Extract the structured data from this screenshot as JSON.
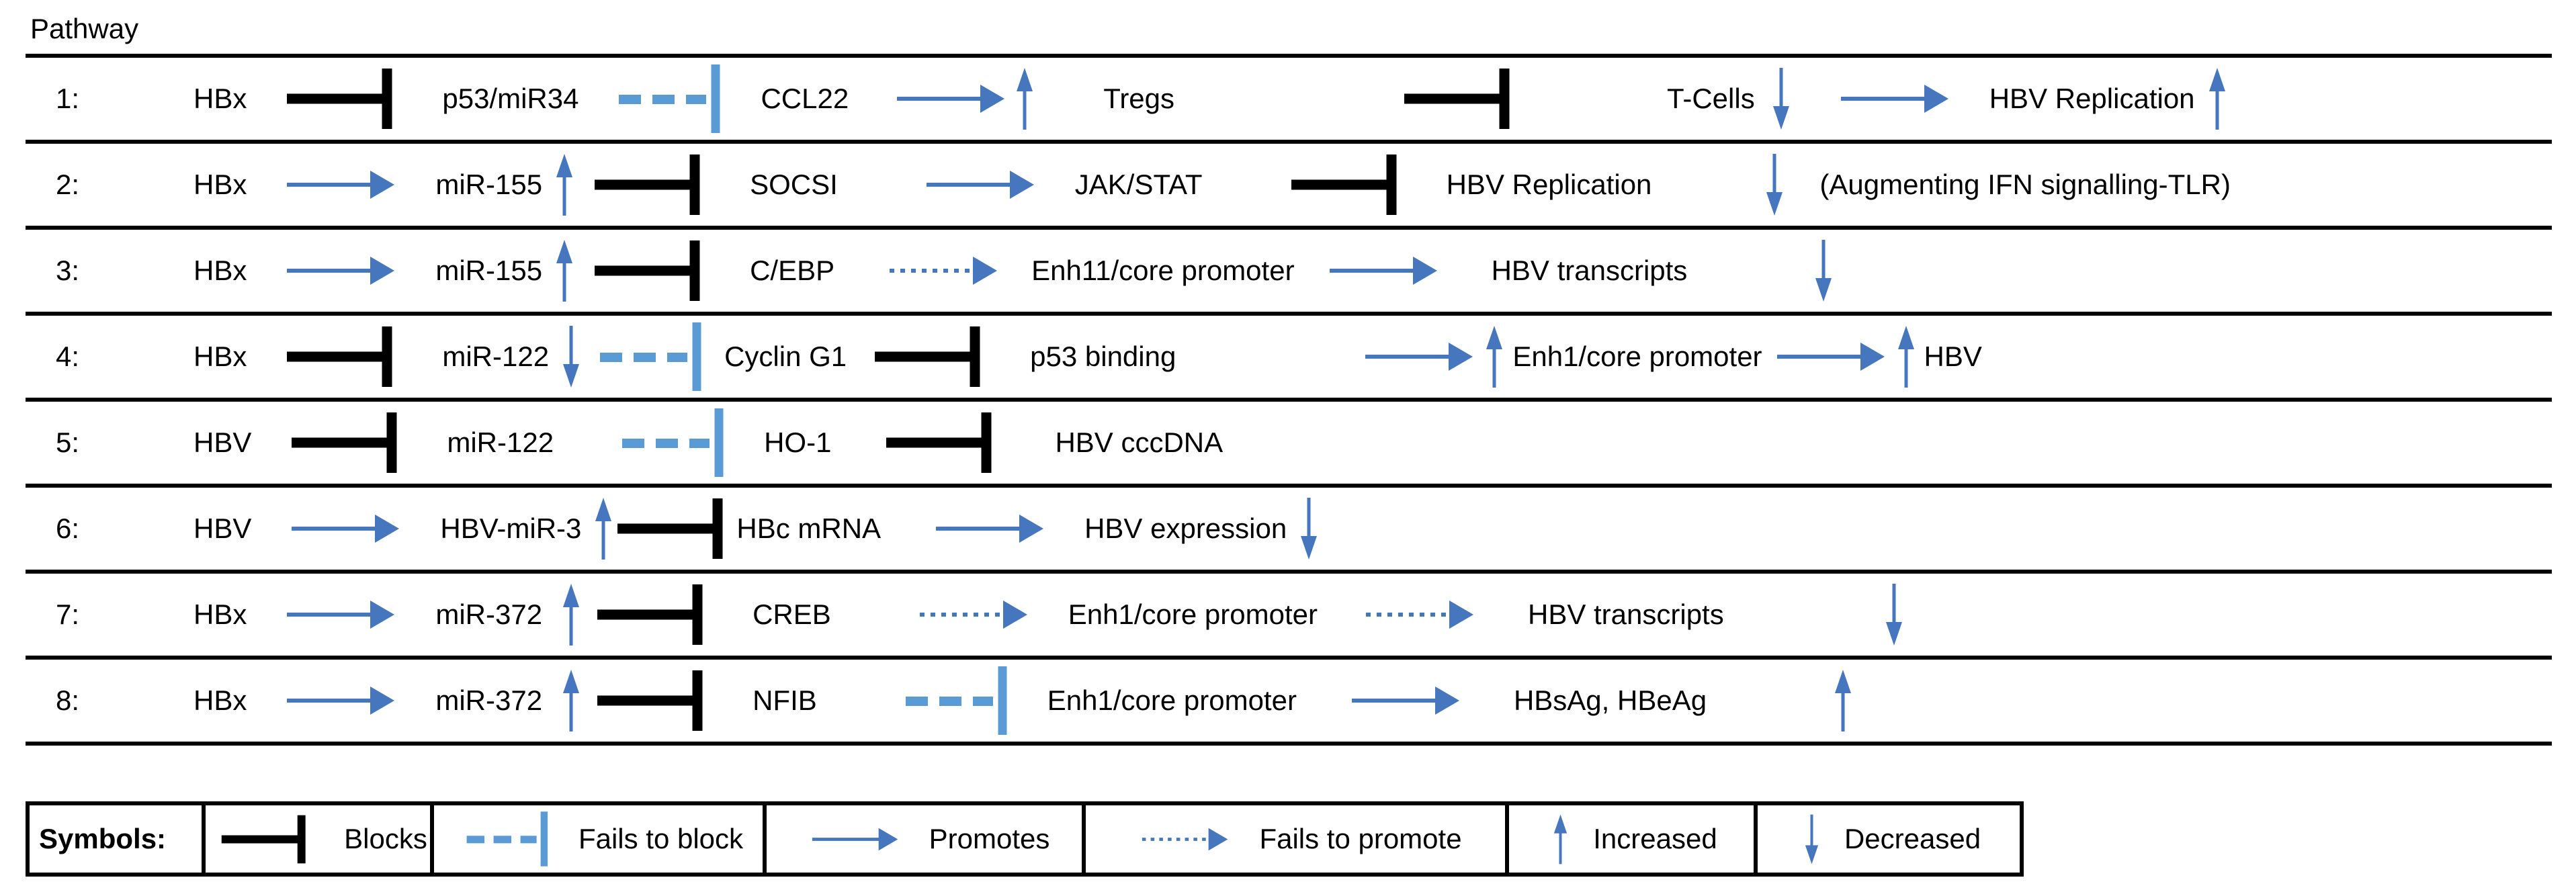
{
  "title": "Pathway",
  "colors": {
    "arrow_blue": "#4576be",
    "bar_blue": "#5b9bd5",
    "line_black": "#000000"
  },
  "rows": [
    {
      "num": "1:",
      "items": [
        {
          "t": "node",
          "text": "HBx"
        },
        {
          "t": "blocks"
        },
        {
          "t": "node",
          "text": "p53/miR34"
        },
        {
          "t": "fails_block"
        },
        {
          "t": "node",
          "text": "CCL22"
        },
        {
          "t": "promotes",
          "gap": 30
        },
        {
          "t": "up",
          "gap": -14
        },
        {
          "t": "node",
          "text": "Tregs",
          "gap": 90
        },
        {
          "t": "blocks",
          "gap": 300
        },
        {
          "t": "node",
          "text": "T-Cells",
          "gap": 200
        },
        {
          "t": "down",
          "gap": -24
        },
        {
          "t": "promotes",
          "gap": 60
        },
        {
          "t": "node",
          "text": "HBV Replication"
        },
        {
          "t": "up",
          "gap": -30
        }
      ]
    },
    {
      "num": "2:",
      "items": [
        {
          "t": "node",
          "text": "HBx"
        },
        {
          "t": "promotes"
        },
        {
          "t": "node",
          "text": "miR-155"
        },
        {
          "t": "up",
          "gap": -30
        },
        {
          "t": "blocks",
          "gap": 16
        },
        {
          "t": "node",
          "text": "SOCSI"
        },
        {
          "t": "promotes",
          "gap": 90
        },
        {
          "t": "node",
          "text": "JAK/STAT",
          "gap": 40
        },
        {
          "t": "blocks",
          "gap": 90
        },
        {
          "t": "node",
          "text": "HBV Replication"
        },
        {
          "t": "down",
          "gap": 120
        },
        {
          "t": "node",
          "text": "(Augmenting IFN signalling-TLR)",
          "gap": 40
        }
      ]
    },
    {
      "num": "3:",
      "items": [
        {
          "t": "node",
          "text": "HBx"
        },
        {
          "t": "promotes"
        },
        {
          "t": "node",
          "text": "miR-155"
        },
        {
          "t": "up",
          "gap": -30
        },
        {
          "t": "blocks",
          "gap": 16
        },
        {
          "t": "node",
          "text": "C/EBP"
        },
        {
          "t": "fails_promote",
          "gap": 40
        },
        {
          "t": "node",
          "text": "Enh11/core promoter",
          "gap": 30
        },
        {
          "t": "promotes",
          "gap": 10
        },
        {
          "t": "node",
          "text": "HBV transcripts",
          "gap": 60
        },
        {
          "t": "down",
          "gap": 140
        }
      ]
    },
    {
      "num": "4:",
      "items": [
        {
          "t": "node",
          "text": "HBx"
        },
        {
          "t": "blocks"
        },
        {
          "t": "node",
          "text": "miR-122"
        },
        {
          "t": "down",
          "gap": -30
        },
        {
          "t": "fails_block",
          "gap": 14
        },
        {
          "t": "node",
          "text": "Cyclin G1",
          "gap": 14
        },
        {
          "t": "blocks",
          "gap": 0
        },
        {
          "t": "node",
          "text": "p53 binding"
        },
        {
          "t": "promotes",
          "gap": 240
        },
        {
          "t": "up",
          "gap": -12
        },
        {
          "t": "node",
          "text": "Enh1/core promoter",
          "gap": 0
        },
        {
          "t": "promotes",
          "gap": -20
        },
        {
          "t": "up",
          "gap": -12
        },
        {
          "t": "node",
          "text": "HBV",
          "gap": 0
        }
      ]
    },
    {
      "num": "5:",
      "items": [
        {
          "t": "node",
          "text": "HBV"
        },
        {
          "t": "blocks"
        },
        {
          "t": "node",
          "text": "miR-122"
        },
        {
          "t": "fails_block",
          "gap": 60
        },
        {
          "t": "node",
          "text": "HO-1"
        },
        {
          "t": "blocks",
          "gap": 40
        },
        {
          "t": "node",
          "text": "HBV cccDNA",
          "gap": 60
        }
      ]
    },
    {
      "num": "6:",
      "items": [
        {
          "t": "node",
          "text": "HBV"
        },
        {
          "t": "promotes"
        },
        {
          "t": "node",
          "text": "HBV-miR-3"
        },
        {
          "t": "up",
          "gap": -30
        },
        {
          "t": "blocks",
          "gap": -8
        },
        {
          "t": "node",
          "text": "HBc mRNA",
          "gap": -14
        },
        {
          "t": "promotes",
          "gap": 40
        },
        {
          "t": "node",
          "text": "HBV expression"
        },
        {
          "t": "down",
          "gap": -30
        }
      ]
    },
    {
      "num": "7:",
      "items": [
        {
          "t": "node",
          "text": "HBx"
        },
        {
          "t": "promotes"
        },
        {
          "t": "node",
          "text": "miR-372"
        },
        {
          "t": "up",
          "gap": -20
        },
        {
          "t": "blocks",
          "gap": 10
        },
        {
          "t": "node",
          "text": "CREB"
        },
        {
          "t": "fails_promote",
          "gap": 90
        },
        {
          "t": "node",
          "text": "Enh1/core promoter"
        },
        {
          "t": "fails_promote",
          "gap": 30
        },
        {
          "t": "node",
          "text": "HBV transcripts",
          "gap": 60
        },
        {
          "t": "down",
          "gap": 190
        }
      ]
    },
    {
      "num": "8:",
      "items": [
        {
          "t": "node",
          "text": "HBx"
        },
        {
          "t": "promotes"
        },
        {
          "t": "node",
          "text": "miR-372"
        },
        {
          "t": "up",
          "gap": -20
        },
        {
          "t": "blocks",
          "gap": 10
        },
        {
          "t": "node",
          "text": "NFIB"
        },
        {
          "t": "fails_block",
          "gap": 90
        },
        {
          "t": "node",
          "text": "Enh1/core promoter"
        },
        {
          "t": "promotes",
          "gap": 40
        },
        {
          "t": "node",
          "text": "HBsAg, HBeAg",
          "gap": 60
        },
        {
          "t": "up",
          "gap": 140
        }
      ]
    }
  ],
  "legend": {
    "label": "Symbols:",
    "items": [
      {
        "symbol": "blocks",
        "label": "Blocks"
      },
      {
        "symbol": "fails_block",
        "label": "Fails to block"
      },
      {
        "symbol": "promotes",
        "label": "Promotes"
      },
      {
        "symbol": "fails_promote",
        "label": "Fails to promote"
      },
      {
        "symbol": "up",
        "label": "Increased"
      },
      {
        "symbol": "down",
        "label": "Decreased"
      }
    ]
  }
}
